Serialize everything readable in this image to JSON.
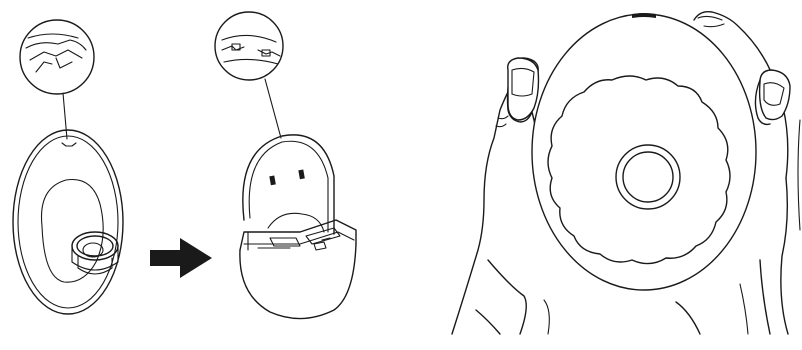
{
  "figure": {
    "line_color": "#1a1a1a",
    "background": "#ffffff",
    "panels": [
      {
        "id": "step-1",
        "icon": "shield-back-snap-icon"
      },
      {
        "id": "step-2",
        "icon": "shield-seated-in-shell-icon"
      },
      {
        "id": "step-3",
        "icon": "hands-holding-shell-icon"
      }
    ],
    "arrow": {
      "direction": "right"
    }
  }
}
